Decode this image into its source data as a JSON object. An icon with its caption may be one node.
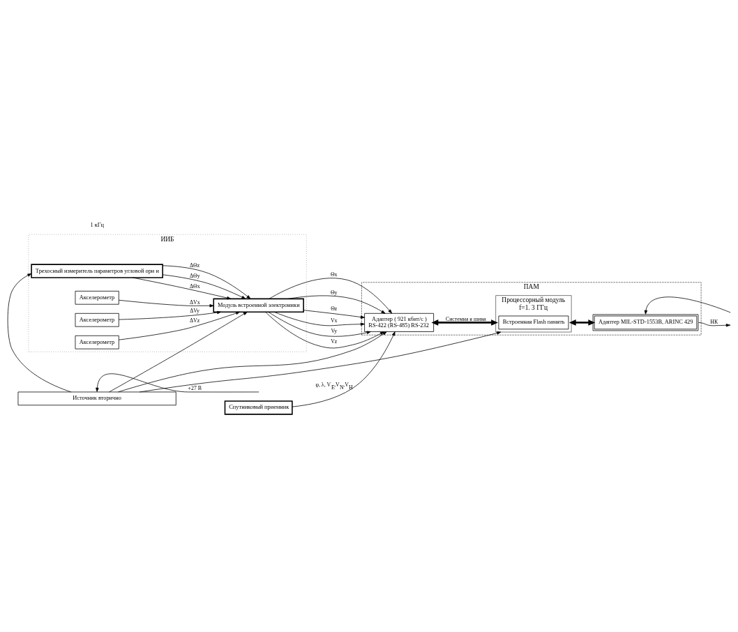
{
  "diagram": {
    "nodes": [
      {
        "text": [
          "ИИБ"
        ]
      },
      {
        "text": [
          "Трехосный измеритель параметров угловой ори и"
        ],
        "in": 0
      },
      {
        "text": [
          "Акселерометр"
        ],
        "in": 0
      },
      {
        "text": [
          "Акселерометр"
        ],
        "in": 0
      },
      {
        "text": [
          "Акселерометр"
        ],
        "in": 0
      },
      {
        "text": [
          "Модуль встроенной электроники"
        ],
        "in": 0
      },
      {
        "text": [
          "Спутниковый приемник"
        ]
      },
      {
        "text": [
          "ПАМ"
        ]
      },
      {
        "text": [
          "Адаптер ( 921 кбит/с )",
          "RS-422 (RS-485) RS-232"
        ],
        "in": 7
      },
      {
        "text": [
          "Процессорный модуль",
          "f=1. 3 ГГц"
        ],
        "in": 7
      },
      {
        "text": [
          "Встроенная Flash память"
        ],
        "in": 9
      },
      {
        "text": [
          "Адаптер MIL-STD-1553B, ARINC 429"
        ],
        "in": 7
      },
      {
        "text": [
          "Источник вторично"
        ]
      }
    ],
    "edges": [
      {
        "from": 6,
        "to": 8,
        "arrow": "to",
        "label": "φ, λ, V$_{E}$,V$_{N}$,V$_{H}$"
      },
      {
        "from": 1,
        "to": 5,
        "arrow": "to",
        "label": "ΔΘx"
      },
      {
        "from": 1,
        "to": 5,
        "arrow": "to",
        "label": "ΔΘy"
      },
      {
        "from": 1,
        "to": 5,
        "arrow": "to",
        "label": "ΔΘz"
      },
      {
        "from": 2,
        "to": 5,
        "arrow": "to",
        "label": "ΔVx"
      },
      {
        "from": 3,
        "to": 5,
        "arrow": "to",
        "label": "ΔVy"
      },
      {
        "from": 4,
        "to": 5,
        "arrow": "to",
        "label": "ΔVz"
      },
      {
        "from": 5,
        "to": 8,
        "arrow": "to",
        "label": "Θx"
      },
      {
        "from": 5,
        "to": 8,
        "arrow": "to",
        "label": "Θy"
      },
      {
        "from": 5,
        "to": 8,
        "arrow": "to",
        "label": "Θz"
      },
      {
        "from": 5,
        "to": 8,
        "arrow": "to",
        "label": "Vx"
      },
      {
        "from": 5,
        "to": 8,
        "arrow": "to",
        "label": "Vy"
      },
      {
        "from": 5,
        "to": 8,
        "arrow": "to",
        "label": "Vz"
      },
      {
        "from": 8,
        "to": 9,
        "arrow": "both",
        "label": "Системна я шина",
        "style": "thick"
      },
      {
        "from": 9,
        "to": 11,
        "arrow": "both",
        "style": "thick"
      },
      {
        "from": null,
        "to": 11,
        "arrow": "to"
      },
      {
        "from": 11,
        "to": null,
        "arrow": "to",
        "label": "НК"
      },
      {
        "from": 12,
        "to": 1,
        "arrow": "to"
      },
      {
        "from": 12,
        "to": 5,
        "arrow": "to"
      },
      {
        "from": 12,
        "to": 8,
        "arrow": "to"
      },
      {
        "from": 12,
        "to": 9,
        "arrow": "to"
      },
      {
        "from": null,
        "to": 12,
        "arrow": "to",
        "label": "+27 В"
      }
    ],
    "labels": [
      "1 кГц"
    ]
  }
}
